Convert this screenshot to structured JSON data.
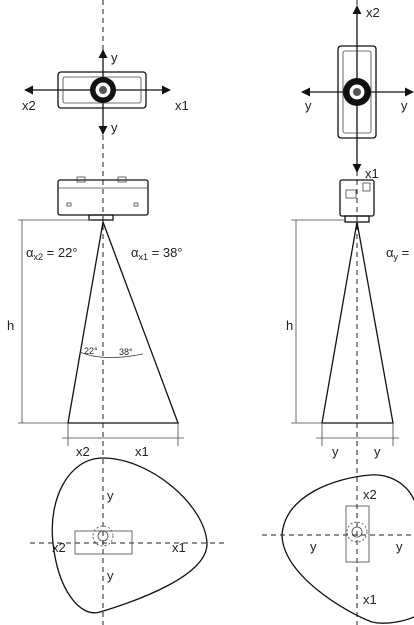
{
  "left": {
    "top_axes": {
      "up": "y",
      "down": "y",
      "left": "x2",
      "right": "x1"
    },
    "alpha_x2": {
      "symbol": "α",
      "sub": "x2",
      "value": " = 22°"
    },
    "alpha_x1": {
      "symbol": "α",
      "sub": "x1",
      "value": " = 38°"
    },
    "height_label": "h",
    "angle_left": "22°",
    "angle_right": "38°",
    "base_left": "x2",
    "base_right": "x1",
    "footprint_axes": {
      "up": "y",
      "down": "y",
      "left": "x2",
      "right": "x1"
    }
  },
  "right": {
    "top_axes": {
      "up": "x2",
      "down": "x1",
      "left": "y",
      "right": "y"
    },
    "alpha_y": {
      "symbol": "α",
      "sub": "y",
      "value": " ="
    },
    "height_label": "h",
    "base_left": "y",
    "base_right": "y",
    "footprint_axes": {
      "up": "x2",
      "down": "x1",
      "left": "y",
      "right": "y"
    }
  }
}
